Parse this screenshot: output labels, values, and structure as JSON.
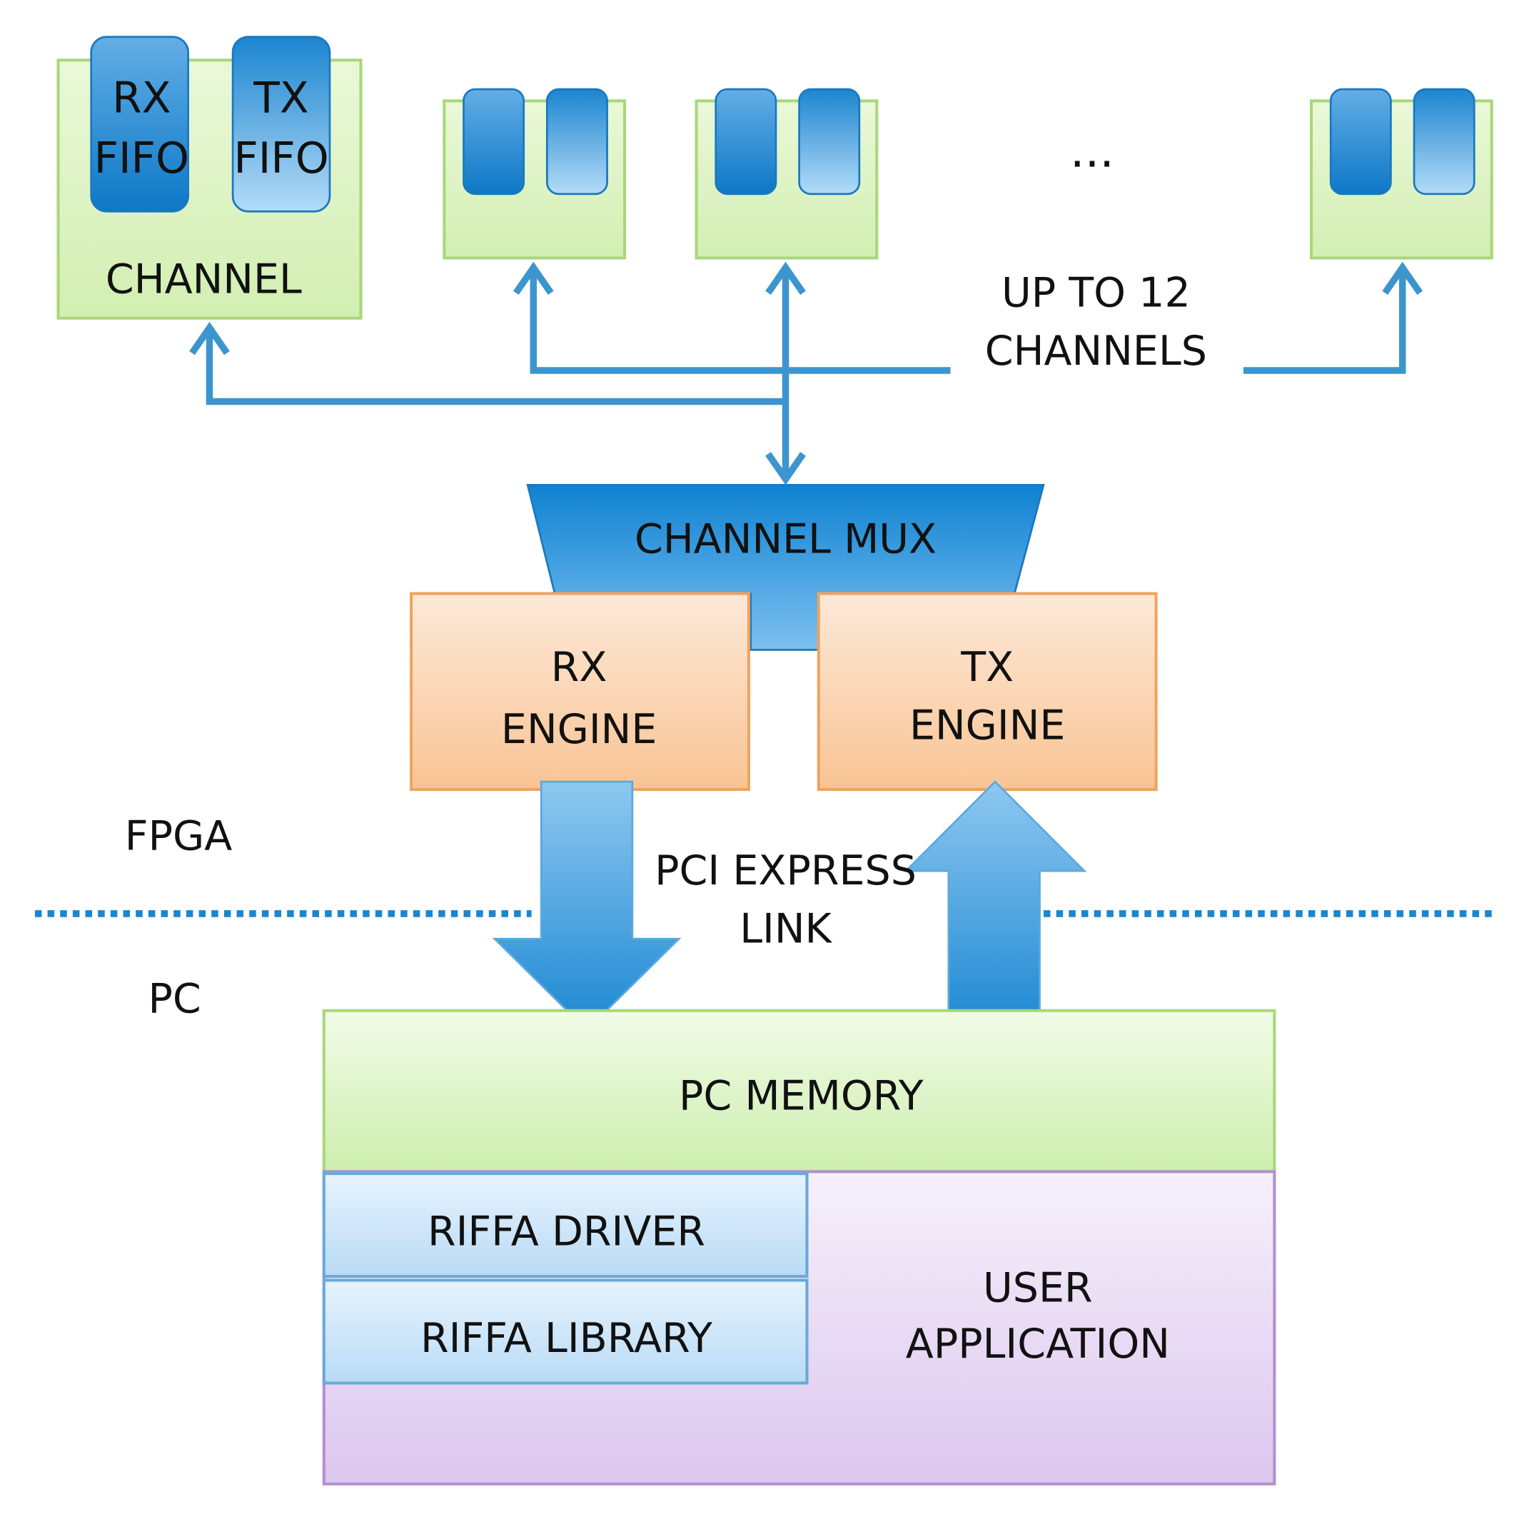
{
  "channel": {
    "rx_fifo_line1": "RX",
    "rx_fifo_line2": "FIFO",
    "tx_fifo_line1": "TX",
    "tx_fifo_line2": "FIFO",
    "label": "CHANNEL"
  },
  "ellipsis": "...",
  "channels_note": {
    "line1": "UP TO 12",
    "line2": "CHANNELS"
  },
  "mux": {
    "label": "CHANNEL MUX"
  },
  "rx_engine": {
    "line1": "RX",
    "line2": "ENGINE"
  },
  "tx_engine": {
    "line1": "TX",
    "line2": "ENGINE"
  },
  "link": {
    "line1": "PCI EXPRESS",
    "line2": "LINK"
  },
  "zones": {
    "fpga": "FPGA",
    "pc": "PC"
  },
  "pc_memory": "PC MEMORY",
  "riffa_driver": "RIFFA DRIVER",
  "riffa_library": "RIFFA LIBRARY",
  "user_application": {
    "line1": "USER",
    "line2": "APPLICATION"
  },
  "colors": {
    "channel_fill": "#dcf3c0",
    "channel_border": "#a9d77a",
    "fifo_blue": "#1f86cf",
    "fifo_light": "#7cbdec",
    "link_blue": "#3d95cf",
    "mux_blue": "#1d8ed8",
    "engine_fill": "#fbd1ac",
    "engine_border": "#f0a35e",
    "memory_fill": "#ddf4c4",
    "riffa_fill": "#c7e2f8",
    "app_fill": "#e6d6f2"
  }
}
